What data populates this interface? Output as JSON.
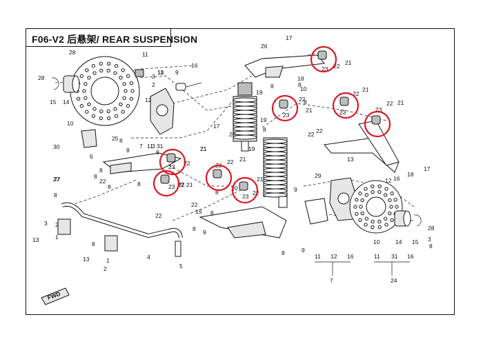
{
  "title": "F06-V2 后悬架/ REAR SUSPENSION",
  "fwd_label": "FWD",
  "callouts": [
    {
      "id": "c1",
      "text": "28"
    },
    {
      "id": "c2",
      "text": "11"
    },
    {
      "id": "c3",
      "text": "16"
    },
    {
      "id": "c4",
      "text": "26"
    },
    {
      "id": "c5",
      "text": "17"
    },
    {
      "id": "c6",
      "text": "22"
    },
    {
      "id": "c7",
      "text": "21"
    },
    {
      "id": "c8",
      "text": "23"
    },
    {
      "id": "c9",
      "text": "13"
    },
    {
      "id": "c10",
      "text": "9"
    },
    {
      "id": "c11",
      "text": "11"
    },
    {
      "id": "c12",
      "text": "28"
    },
    {
      "id": "c13",
      "text": "15"
    },
    {
      "id": "c14",
      "text": "14"
    },
    {
      "id": "c15",
      "text": "3"
    },
    {
      "id": "c16",
      "text": "2"
    },
    {
      "id": "c17",
      "text": "10"
    },
    {
      "id": "c18",
      "text": "12"
    },
    {
      "id": "c19",
      "text": "18"
    },
    {
      "id": "c20",
      "text": "19"
    },
    {
      "id": "c21",
      "text": "20"
    },
    {
      "id": "c22",
      "text": "10"
    },
    {
      "id": "c23",
      "text": "8"
    },
    {
      "id": "c24",
      "text": "8"
    },
    {
      "id": "c25",
      "text": "8"
    },
    {
      "id": "c26",
      "text": "22"
    },
    {
      "id": "c27",
      "text": "21"
    },
    {
      "id": "c28",
      "text": "23"
    },
    {
      "id": "c29",
      "text": "22"
    },
    {
      "id": "c30",
      "text": "21"
    },
    {
      "id": "c31",
      "text": "23"
    },
    {
      "id": "c32",
      "text": "22"
    },
    {
      "id": "c33",
      "text": "21"
    },
    {
      "id": "c34",
      "text": "23"
    },
    {
      "id": "c35",
      "text": "17"
    },
    {
      "id": "c36",
      "text": "31"
    },
    {
      "id": "c37",
      "text": "3"
    },
    {
      "id": "c38",
      "text": "11"
    },
    {
      "id": "c39",
      "text": "7"
    },
    {
      "id": "c40",
      "text": "19"
    },
    {
      "id": "c41",
      "text": "8"
    },
    {
      "id": "c42",
      "text": "22"
    },
    {
      "id": "c43",
      "text": "30"
    },
    {
      "id": "c44",
      "text": "6"
    },
    {
      "id": "c45",
      "text": "25"
    },
    {
      "id": "c46",
      "text": "21"
    },
    {
      "id": "c47",
      "text": "8"
    },
    {
      "id": "c48",
      "text": "8"
    },
    {
      "id": "c49",
      "text": "19"
    },
    {
      "id": "c50",
      "text": "23"
    },
    {
      "id": "c51",
      "text": "22"
    },
    {
      "id": "c52",
      "text": "21"
    },
    {
      "id": "c53",
      "text": "8"
    },
    {
      "id": "c54",
      "text": "22"
    },
    {
      "id": "c55",
      "text": "8"
    },
    {
      "id": "c56",
      "text": "8"
    },
    {
      "id": "c57",
      "text": "23"
    },
    {
      "id": "c58",
      "text": "22"
    },
    {
      "id": "c59",
      "text": "23"
    },
    {
      "id": "c60",
      "text": "22"
    },
    {
      "id": "c61",
      "text": "21"
    },
    {
      "id": "c62",
      "text": "21"
    },
    {
      "id": "c63",
      "text": "20"
    },
    {
      "id": "c64",
      "text": "8"
    },
    {
      "id": "c65",
      "text": "22"
    },
    {
      "id": "c66",
      "text": "23"
    },
    {
      "id": "c67",
      "text": "22"
    },
    {
      "id": "c68",
      "text": "21"
    },
    {
      "id": "c69",
      "text": "27"
    },
    {
      "id": "c70",
      "text": "8"
    },
    {
      "id": "c71",
      "text": "8"
    },
    {
      "id": "c72",
      "text": "22"
    },
    {
      "id": "c73",
      "text": "29"
    },
    {
      "id": "c74",
      "text": "13"
    },
    {
      "id": "c75",
      "text": "12"
    },
    {
      "id": "c76",
      "text": "16"
    },
    {
      "id": "c77",
      "text": "18"
    },
    {
      "id": "c78",
      "text": "17"
    },
    {
      "id": "c79",
      "text": "9"
    },
    {
      "id": "c80",
      "text": "8"
    },
    {
      "id": "c81",
      "text": "8"
    },
    {
      "id": "c82",
      "text": "19"
    },
    {
      "id": "c83",
      "text": "9"
    },
    {
      "id": "c84",
      "text": "10"
    },
    {
      "id": "c85",
      "text": "14"
    },
    {
      "id": "c86",
      "text": "15"
    },
    {
      "id": "c87",
      "text": "28"
    },
    {
      "id": "c88",
      "text": "3"
    },
    {
      "id": "c89",
      "text": "8"
    },
    {
      "id": "c90",
      "text": "1"
    },
    {
      "id": "c91",
      "text": "2"
    },
    {
      "id": "c92",
      "text": "13"
    },
    {
      "id": "c93",
      "text": "3"
    },
    {
      "id": "c94",
      "text": "1"
    },
    {
      "id": "c95",
      "text": "2"
    },
    {
      "id": "c96",
      "text": "13"
    },
    {
      "id": "c97",
      "text": "8"
    },
    {
      "id": "c98",
      "text": "22"
    },
    {
      "id": "c99",
      "text": "4"
    },
    {
      "id": "c100",
      "text": "5"
    },
    {
      "id": "c101",
      "text": "8"
    },
    {
      "id": "c102",
      "text": "22"
    },
    {
      "id": "c103",
      "text": "9"
    },
    {
      "id": "c104",
      "text": "8"
    },
    {
      "id": "c105",
      "text": "27"
    },
    {
      "id": "c106",
      "text": "11"
    },
    {
      "id": "c107",
      "text": "12"
    },
    {
      "id": "c108",
      "text": "16"
    },
    {
      "id": "c109",
      "text": "7"
    },
    {
      "id": "c110",
      "text": "11"
    },
    {
      "id": "c111",
      "text": "31"
    },
    {
      "id": "c112",
      "text": "16"
    },
    {
      "id": "c113",
      "text": "24"
    }
  ],
  "highlighted_part": "23",
  "colors": {
    "highlight": "#e0141e",
    "line": "#111111",
    "part_fill": "#e6e6e6",
    "part_dark": "#bdbdbd"
  }
}
